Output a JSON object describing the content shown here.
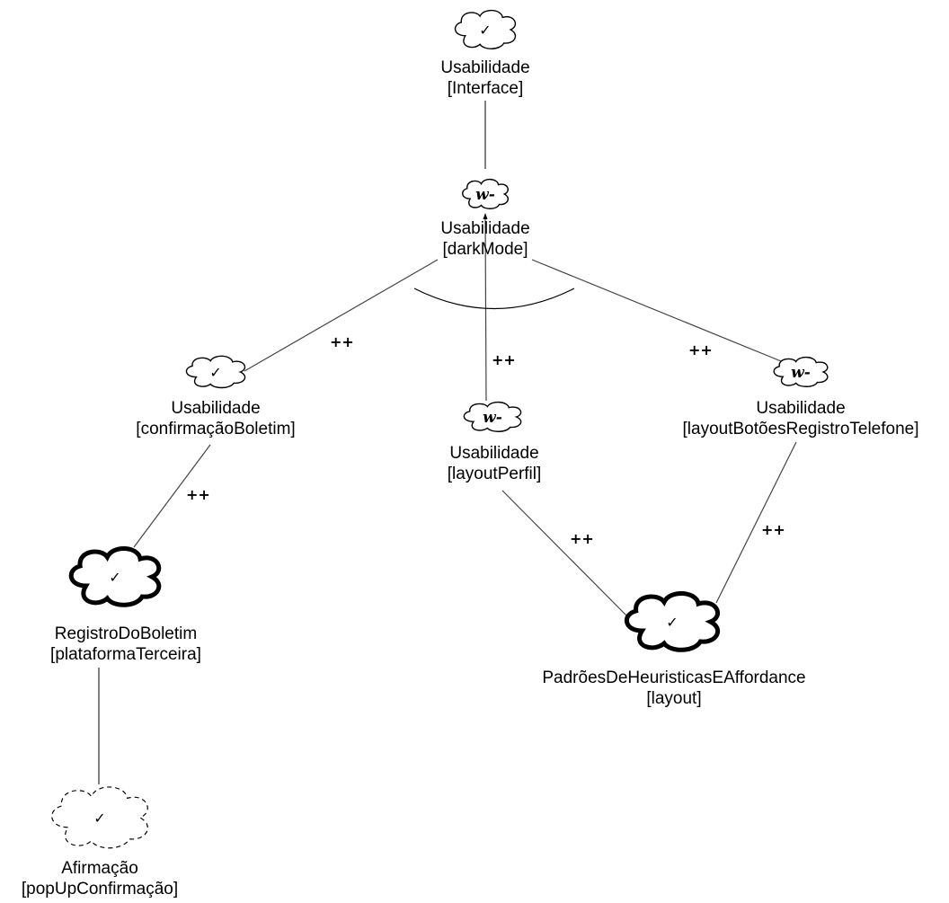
{
  "nodes": {
    "interface": {
      "line1": "Usabilidade",
      "line2": "[Interface]",
      "mark": "✓",
      "icon": "softgoal-cloud-icon"
    },
    "darkmode": {
      "line1": "Usabilidade",
      "line2": "[darkMode]",
      "mark": "w-",
      "icon": "softgoal-cloud-icon"
    },
    "boletim": {
      "line1": "Usabilidade",
      "line2": "[confirmaçãoBoletim]",
      "mark": "✓",
      "icon": "softgoal-cloud-icon"
    },
    "perfil": {
      "line1": "Usabilidade",
      "line2": "[layoutPerfil]",
      "mark": "w-",
      "icon": "softgoal-cloud-icon"
    },
    "telefone": {
      "line1": "Usabilidade",
      "line2": "[layoutBotõesRegistroTelefone]",
      "mark": "w-",
      "icon": "softgoal-cloud-icon"
    },
    "registro": {
      "line1": "RegistroDoBoletim",
      "line2": "[plataformaTerceira]",
      "mark": "✓",
      "icon": "operationalized-softgoal-cloud-icon"
    },
    "padroes": {
      "line1": "PadrõesDeHeuristicasEAffordance",
      "line2": "[layout]",
      "mark": "✓",
      "icon": "operationalized-softgoal-cloud-icon"
    },
    "afirmacao": {
      "line1": "Afirmação",
      "line2": "[popUpConfirmação]",
      "mark": "✓",
      "icon": "claim-dashed-cloud-icon"
    }
  },
  "contributions": {
    "boletim_darkmode": "++",
    "perfil_darkmode": "++",
    "telefone_darkmode": "++",
    "registro_boletim": "++",
    "padroes_perfil": "++",
    "padroes_telefone": "++"
  }
}
